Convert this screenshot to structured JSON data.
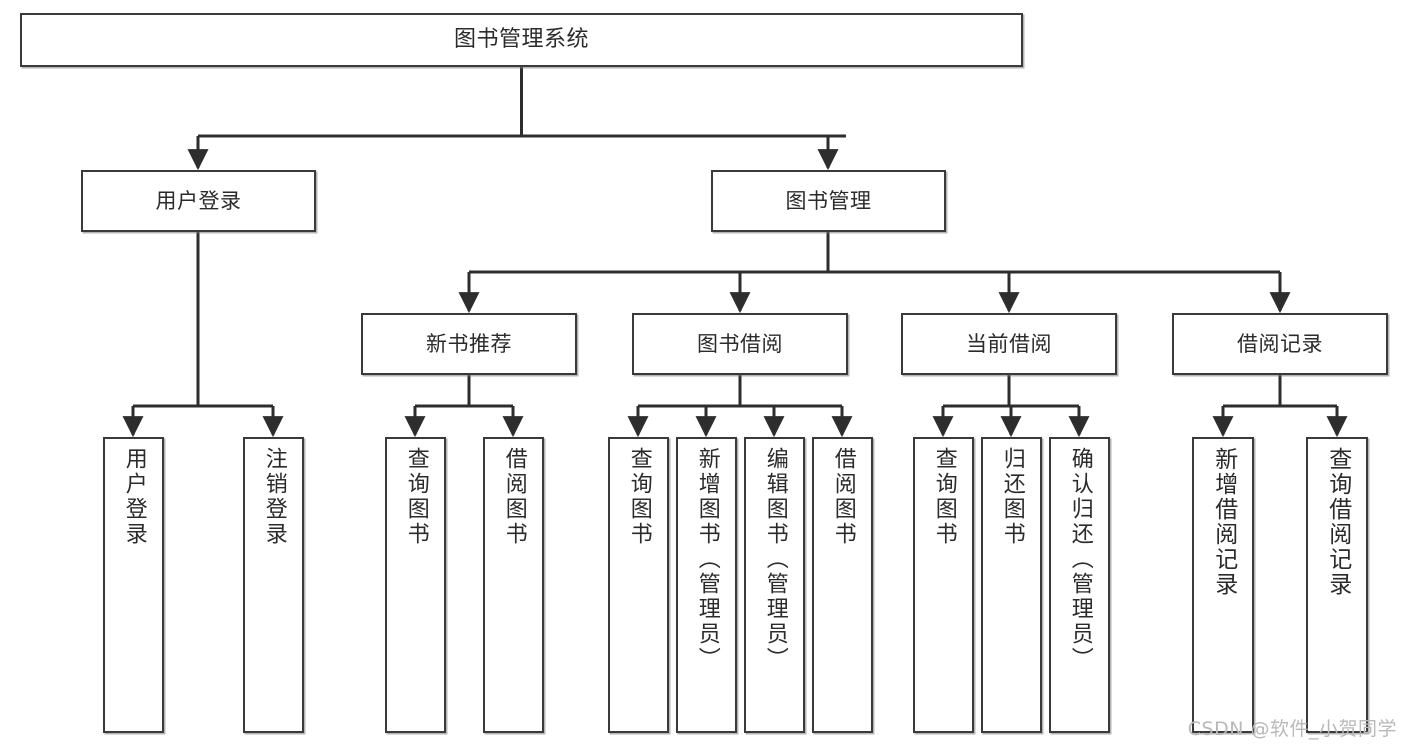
{
  "diagram": {
    "title": "图书管理系统",
    "type": "tree",
    "watermark": "CSDN @软件_小贺同学",
    "colors": {
      "box_border": "#3a3a3a",
      "box_fill": "#ffffff",
      "connector": "#2d2d2d",
      "text": "#2b2b2b",
      "watermark": "#b9b9b9"
    }
  },
  "nodes": {
    "root": {
      "label": "图书管理系统",
      "level": 1
    },
    "level2": [
      {
        "id": "user-login",
        "label": "用户登录"
      },
      {
        "id": "book-management",
        "label": "图书管理"
      }
    ],
    "level3": [
      {
        "id": "new-book-recommend",
        "label": "新书推荐"
      },
      {
        "id": "book-borrow",
        "label": "图书借阅"
      },
      {
        "id": "current-borrow",
        "label": "当前借阅"
      },
      {
        "id": "borrow-record",
        "label": "借阅记录"
      }
    ],
    "leaves": {
      "user-login": [
        {
          "id": "leaf-user-login",
          "label": "用户登录"
        },
        {
          "id": "leaf-logout-login",
          "label": "注销登录"
        }
      ],
      "new-book-recommend": [
        {
          "id": "leaf-query-book-1",
          "label": "查询图书"
        },
        {
          "id": "leaf-borrow-book-1",
          "label": "借阅图书"
        }
      ],
      "book-borrow": [
        {
          "id": "leaf-query-book-2",
          "label": "查询图书"
        },
        {
          "id": "leaf-add-book",
          "label": "新增图书（管理员）"
        },
        {
          "id": "leaf-edit-book",
          "label": "编辑图书（管理员）"
        },
        {
          "id": "leaf-borrow-book-2",
          "label": "借阅图书"
        }
      ],
      "current-borrow": [
        {
          "id": "leaf-query-book-3",
          "label": "查询图书"
        },
        {
          "id": "leaf-return-book",
          "label": "归还图书"
        },
        {
          "id": "leaf-confirm-return",
          "label": "确认归还（管理员）"
        }
      ],
      "borrow-record": [
        {
          "id": "leaf-add-record",
          "label": "新增借阅记录"
        },
        {
          "id": "leaf-query-record",
          "label": "查询借阅记录"
        }
      ]
    }
  }
}
